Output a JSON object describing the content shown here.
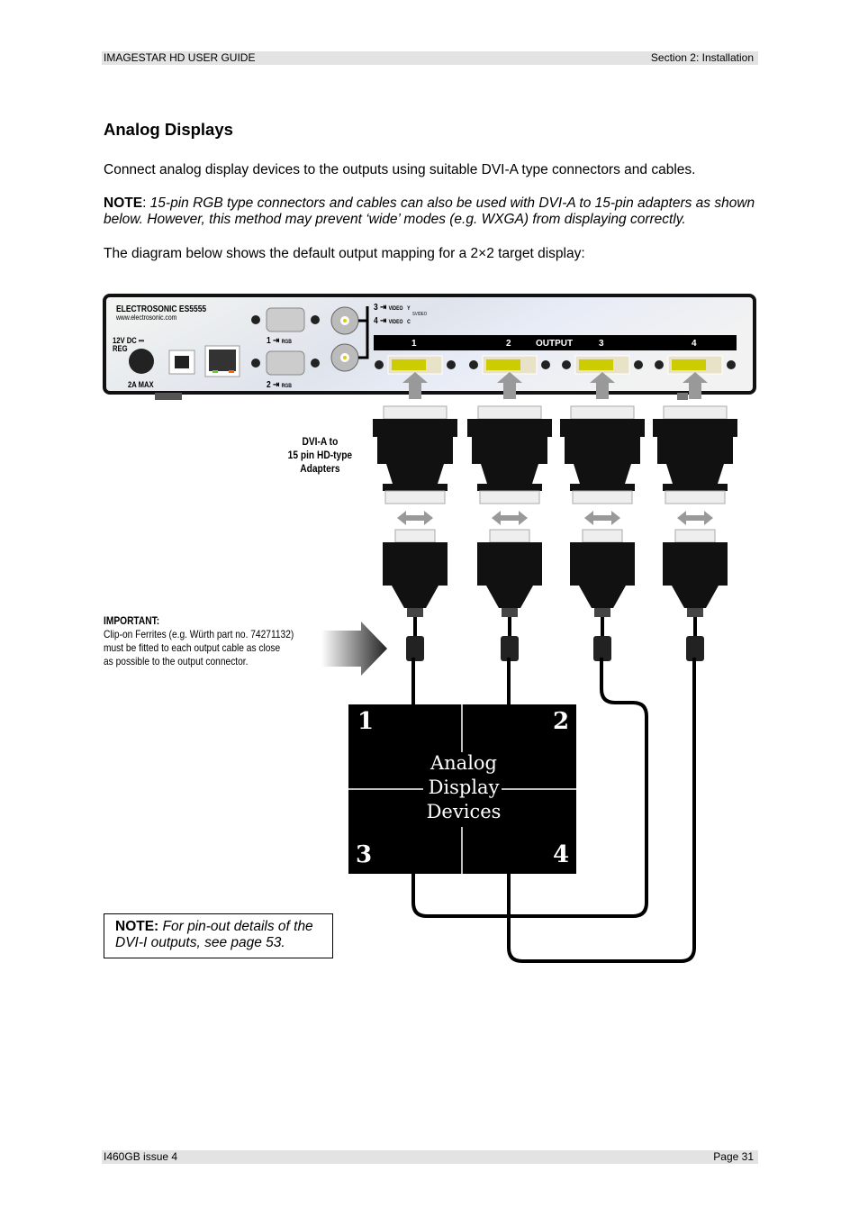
{
  "header": {
    "left": "IMAGESTAR HD USER GUIDE",
    "right": "Section 2: Installation"
  },
  "title": "Analog Displays",
  "para1": "Connect analog display devices to the outputs using suitable DVI-A type connectors and cables.",
  "note": {
    "label": "NOTE",
    "text": "15-pin RGB type connectors and cables can also be used with DVI-A to 15-pin adapters as shown below. However, this method may prevent ‘wide’ modes (e.g. WXGA) from displaying correctly."
  },
  "para2": "The diagram below shows the default output mapping for a 2×2 target display:",
  "device": {
    "brand": "ELECTROSONIC",
    "model": "ES5555",
    "url": "www.electrosonic.com",
    "power": "12V DC ⎓",
    "reg": "REG",
    "max": "2A MAX",
    "rgb1": "1",
    "rgb2": "2",
    "rgb_label": "RGB",
    "video3": "3",
    "video4": "4",
    "video_label": "VIDEO",
    "y": "Y",
    "c": "C",
    "svideo": "SVIDEO",
    "output_label": "OUTPUT",
    "outputs": [
      "1",
      "2",
      "3",
      "4"
    ]
  },
  "adapter_label": [
    "DVI-A to",
    "15 pin HD-type",
    "Adapters"
  ],
  "important": {
    "heading": "IMPORTANT:",
    "lines": [
      "Clip-on Ferrites (e.g. Würth part no. 74271132)",
      "must be fitted to each output cable as close",
      "as possible to the output connector."
    ]
  },
  "display": {
    "quadrants": [
      "1",
      "2",
      "3",
      "4"
    ],
    "caption": [
      "Analog",
      "Display",
      "Devices"
    ]
  },
  "notebox": {
    "label": "NOTE:",
    "text": "For  pin-out details of the DVI-I outputs, see page 53."
  },
  "footer": {
    "left": "I460GB issue 4",
    "right": "Page 31"
  }
}
